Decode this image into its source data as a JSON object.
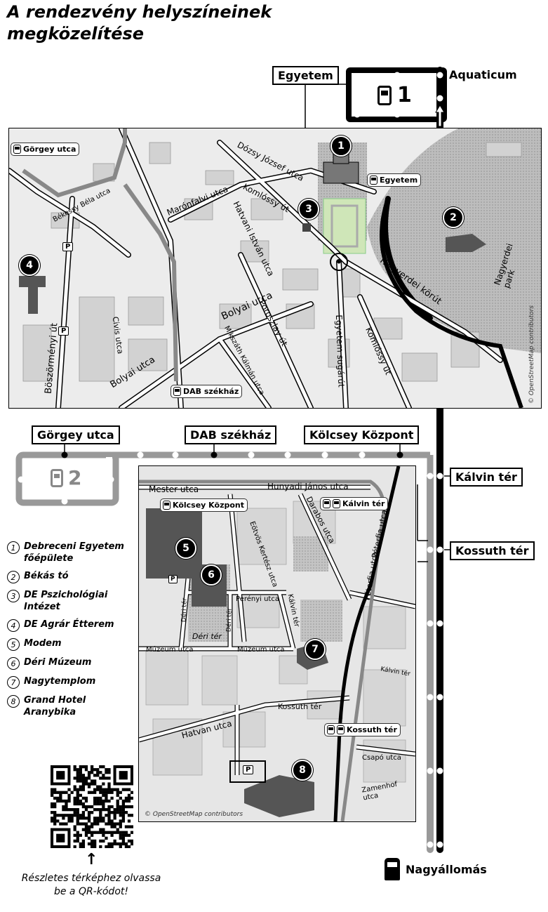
{
  "title": "A rendezvény helyszíneinek megközelítése",
  "tram_line_1": {
    "number": "1",
    "stops": {
      "egyetem": "Egyetem",
      "aquaticum": "Aquaticum",
      "kalvin_ter": "Kálvin tér",
      "kossuth_ter": "Kossuth tér",
      "nagyallomas": "Nagyállomás"
    }
  },
  "tram_line_2": {
    "number": "2",
    "stops": {
      "gorgey_utca": "Görgey utca",
      "dab_szekhaz": "DAB székház",
      "kolcsey_kozpont": "Kölcsey Központ"
    }
  },
  "map_top": {
    "stop_pills": {
      "gorgey": "Görgey utca",
      "egyetem": "Egyetem",
      "dab": "DAB székház"
    },
    "streets": {
      "bekessy": "Békessy Béla utca",
      "maroniaivi": "Marónfalvi utca",
      "dozsa": "Dózsy József utca",
      "komlossy1": "Komlóssy út",
      "hatvani": "Hatvani István utca",
      "nagyerdei_korut": "Nagyerdei körút",
      "nagyerdei_park": "Nagyerdei park",
      "boszormenyi": "Böszörményi út",
      "civis": "Civis utca",
      "bolyai1": "Bolyai utca",
      "bolyai2": "Bolyai utca",
      "poroszlay": "Poroszlay út",
      "mikszath": "Mikszáth Kálmán utca",
      "egyetem_sugarut": "Egyetem sugárút",
      "komlossy2": "Komlóssy út"
    },
    "attribution": "© OpenStreetMap contributors"
  },
  "map_bottom": {
    "stop_pills": {
      "kolcsey": "Kölcsey Központ",
      "kalvin": "Kálvin tér",
      "kossuth": "Kossuth tér"
    },
    "streets": {
      "mester": "Mester utca",
      "hunyadi": "Hunyadi János utca",
      "darabos": "Darabos utca",
      "peterfia1": "Péterfia utca",
      "peterfia2": "Péterfia utca",
      "eotvos": "Eötvös Kertész utca",
      "perenyi": "Perényi utca",
      "kalvin": "Kálvin tér",
      "deri_ter": "Déri tér",
      "deri1": "Déri tér",
      "deri2": "Déri tér",
      "muzeum1": "Múzeum utca",
      "muzeum2": "Múzeum utca",
      "kossuth": "Kossuth tér",
      "hatvan": "Hatvan utca",
      "csapo": "Csapó utca",
      "zamenhof": "Zamenhof utca",
      "kalvin_ter2": "Kálvin tér"
    },
    "attribution": "© OpenStreetMap contributors"
  },
  "markers": [
    "1",
    "2",
    "3",
    "4",
    "5",
    "6",
    "7",
    "8"
  ],
  "parking": "P",
  "legend": [
    {
      "num": "1",
      "text": "Debreceni Egyetem főépülete"
    },
    {
      "num": "2",
      "text": "Békás tó"
    },
    {
      "num": "3",
      "text": "DE Pszichológiai Intézet"
    },
    {
      "num": "4",
      "text": "DE Agrár Étterem"
    },
    {
      "num": "5",
      "text": "Modem"
    },
    {
      "num": "6",
      "text": "Déri Múzeum"
    },
    {
      "num": "7",
      "text": "Nagytemplom"
    },
    {
      "num": "8",
      "text": "Grand Hotel Aranybika"
    }
  ],
  "qr_caption": "Részletes térképhez olvassa be a QR-kódot!",
  "arrow_glyph": "↑"
}
